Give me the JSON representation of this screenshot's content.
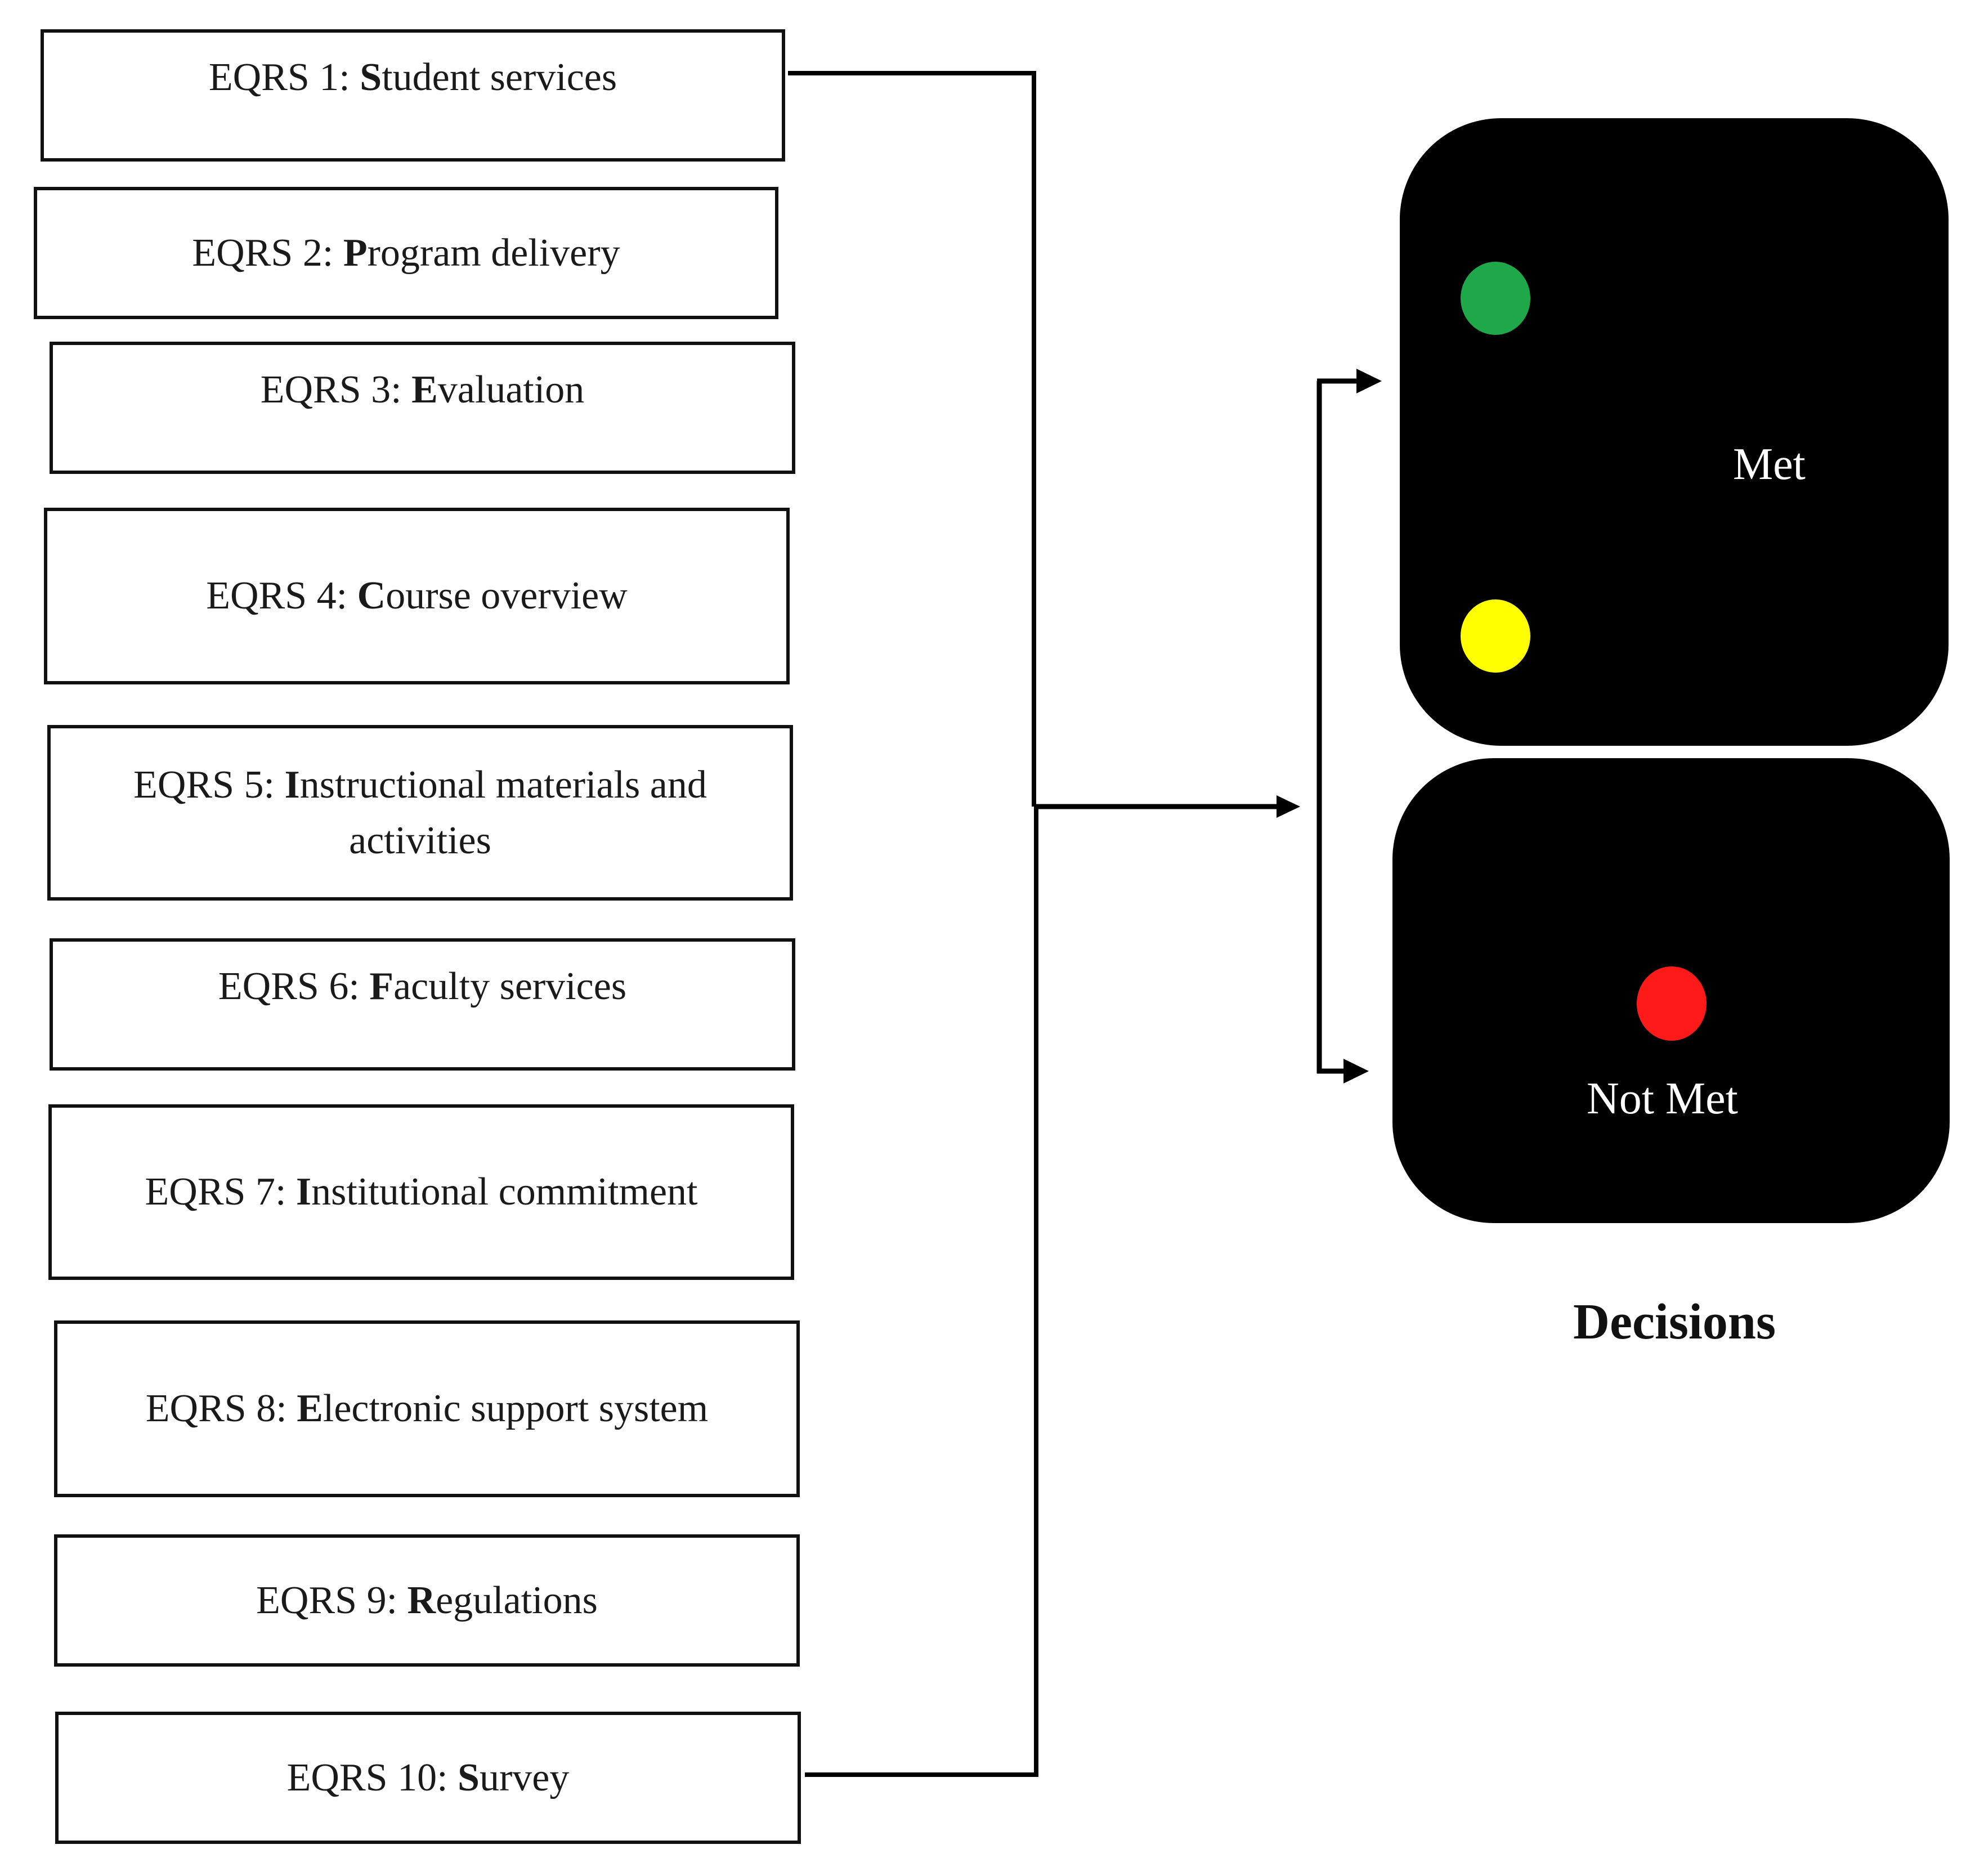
{
  "eqrs_items": [
    {
      "prefix": "EQRS 1: ",
      "key": "S",
      "rest": "tudent services"
    },
    {
      "prefix": "EQRS 2: ",
      "key": "P",
      "rest": "rogram delivery"
    },
    {
      "prefix": "EQRS 3: ",
      "key": "E",
      "rest": "valuation"
    },
    {
      "prefix": "EQRS 4: ",
      "key": "C",
      "rest": "ourse overview"
    },
    {
      "prefix": "EQRS 5: ",
      "key": "I",
      "rest": "nstructional materials and activities"
    },
    {
      "prefix": "EQRS 6: ",
      "key": "F",
      "rest": "aculty services"
    },
    {
      "prefix": "EQRS 7: ",
      "key": "I",
      "rest": "nstitutional commitment"
    },
    {
      "prefix": "EQRS 8: ",
      "key": "E",
      "rest": "lectronic support system"
    },
    {
      "prefix": "EQRS 9: ",
      "key": "R",
      "rest": "egulations"
    },
    {
      "prefix": "EQRS 10: ",
      "key": "S",
      "rest": "urvey"
    }
  ],
  "decisions": {
    "met_label": "Met",
    "not_met_label": "Not Met",
    "caption": "Decisions",
    "met_lights": [
      "#1ea84a",
      "#ffff00"
    ],
    "not_met_light": "#ff1a1a"
  },
  "colors": {
    "line": "#000000",
    "panel": "#000000"
  }
}
